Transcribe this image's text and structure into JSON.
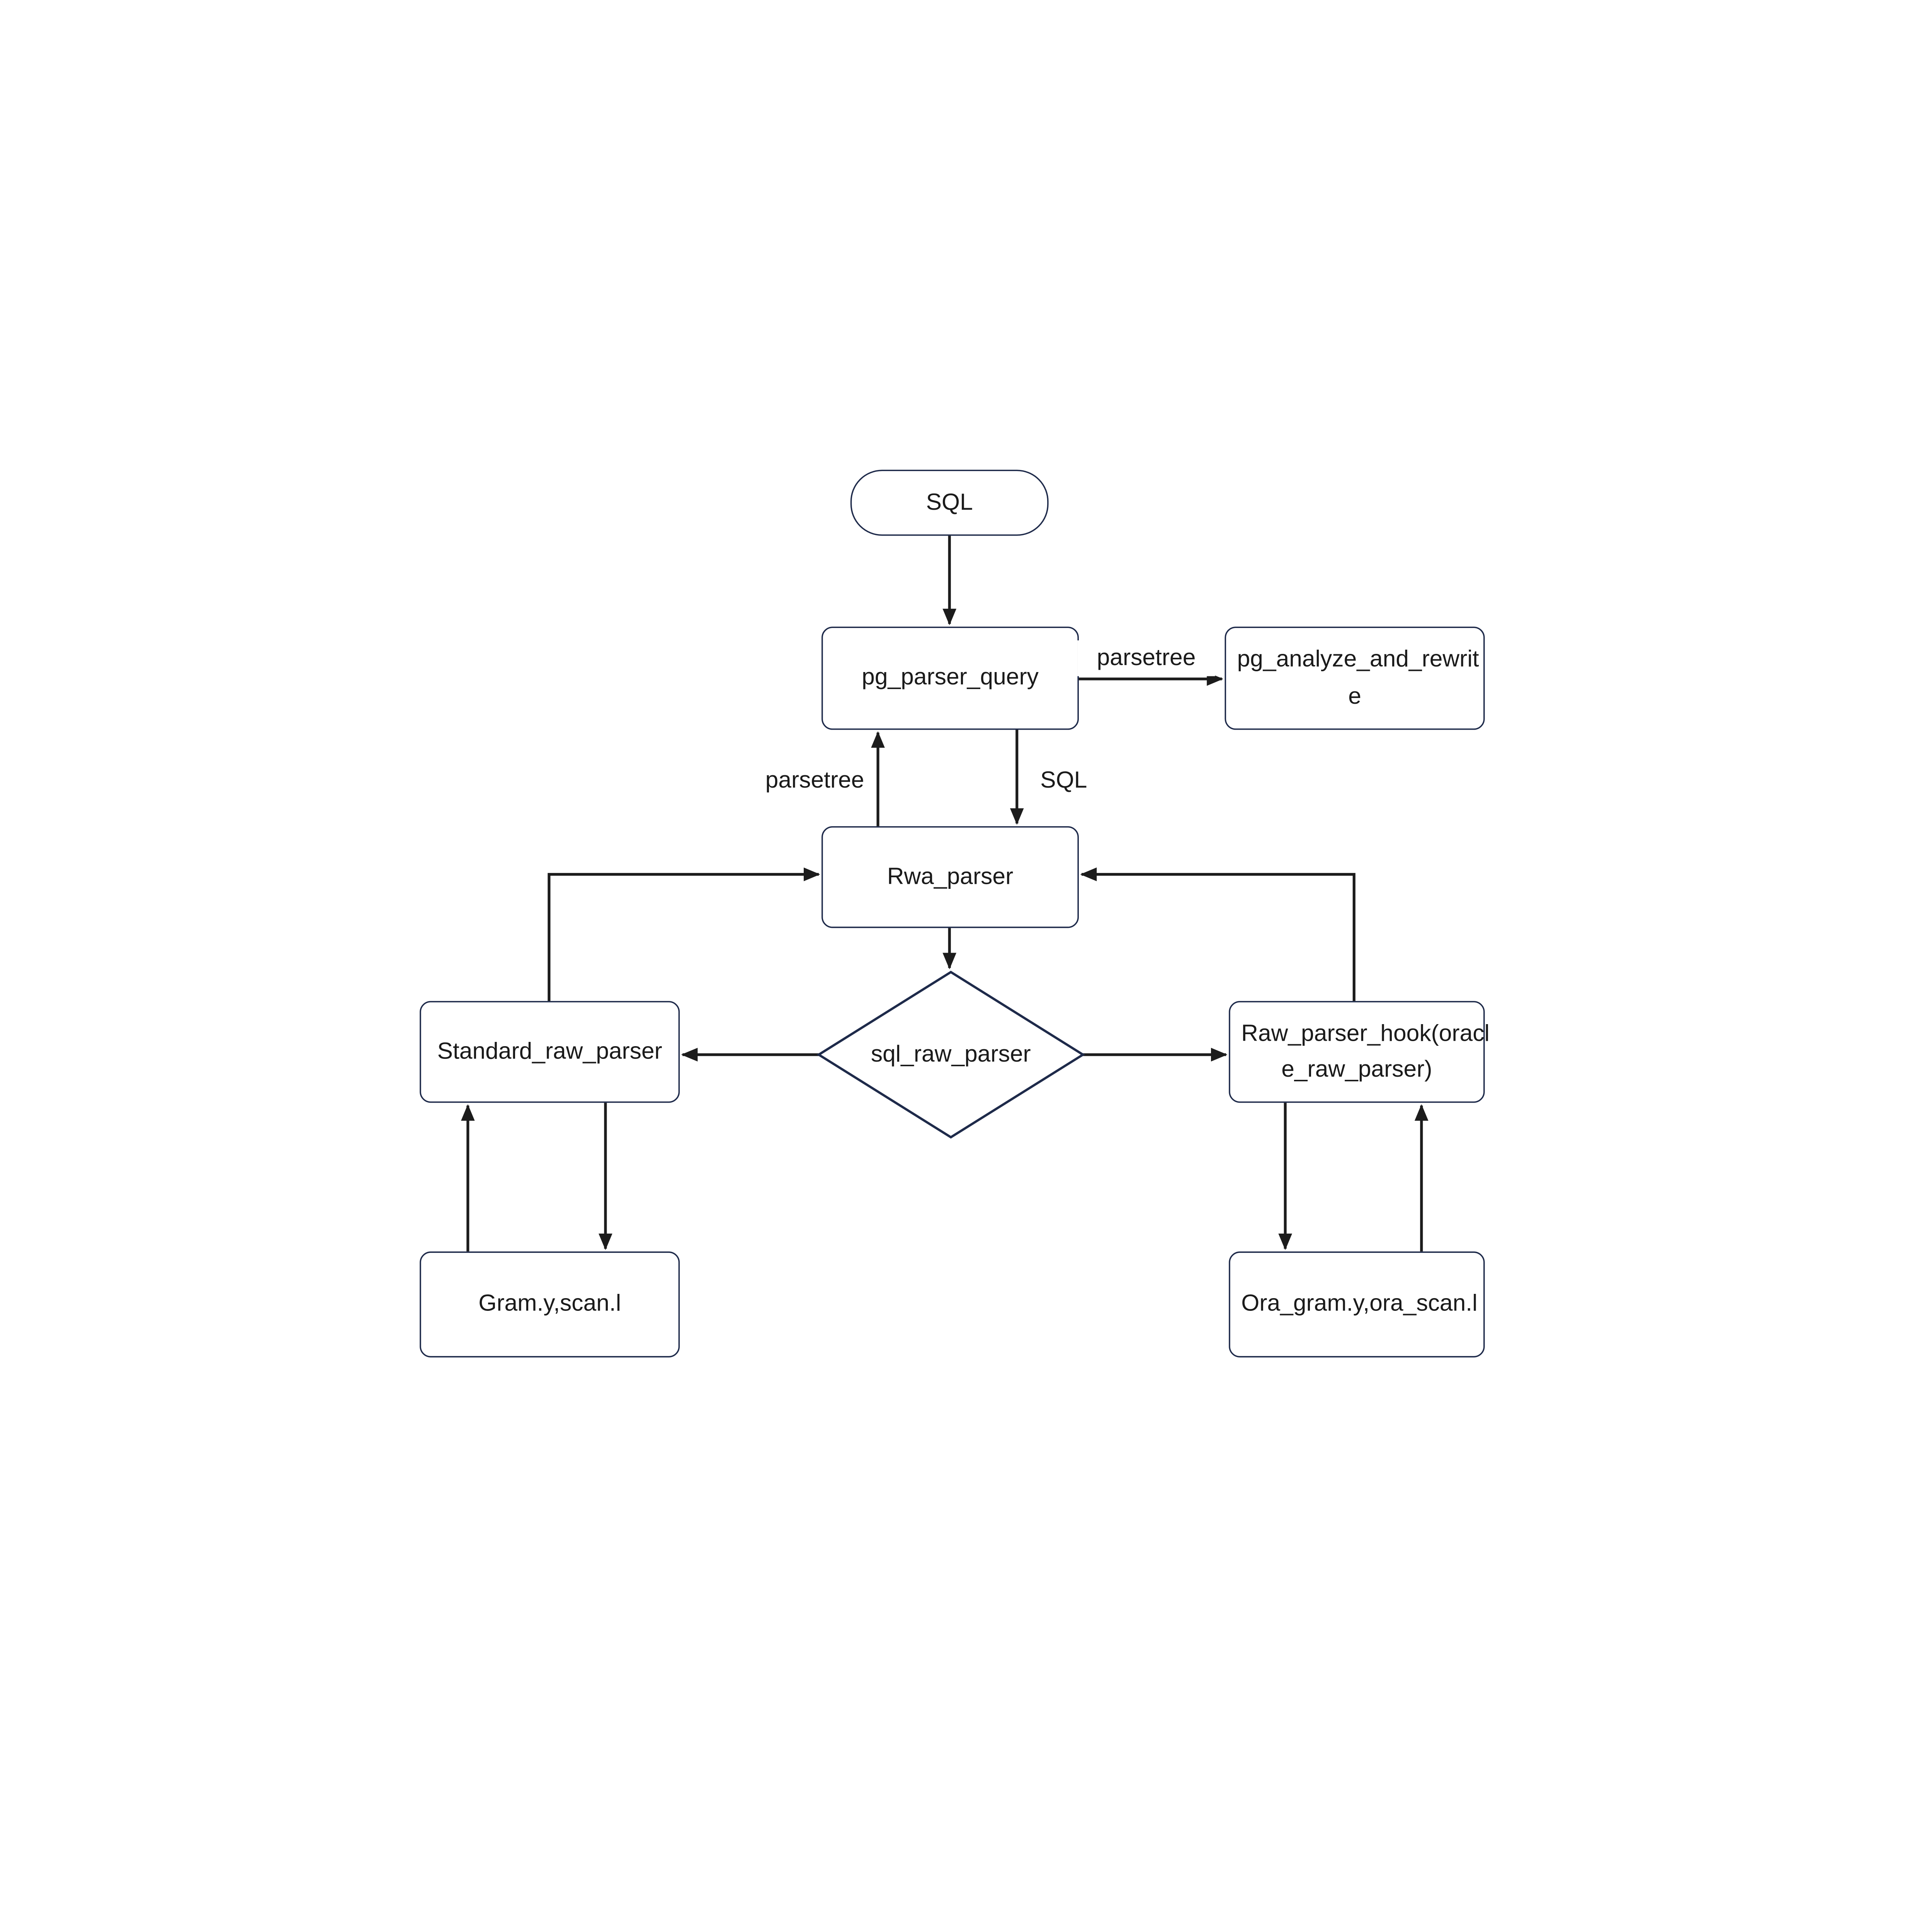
{
  "diagram": {
    "background_color": "#ffffff",
    "node_fill_color": "#ffffff",
    "node_border_color": "#1e2a4a",
    "edge_color": "#1c1c1c",
    "text_color": "#1a1a1a",
    "nodes": {
      "sql": {
        "shape": "terminator",
        "label": "SQL",
        "lines": [
          "SQL"
        ]
      },
      "pg_parser_query": {
        "shape": "process",
        "label": "pg_parser_query",
        "lines": [
          "pg_parser_query"
        ]
      },
      "pg_analyze_and_rewrite": {
        "shape": "process",
        "label": "pg_analyze_and_rewrite",
        "lines": [
          "pg_analyze_and_rewrit",
          "e"
        ]
      },
      "rwa_parser": {
        "shape": "process",
        "label": "Rwa_parser",
        "lines": [
          "Rwa_parser"
        ]
      },
      "sql_raw_parser": {
        "shape": "decision",
        "label": "sql_raw_parser",
        "lines": [
          "sql_raw_parser"
        ]
      },
      "standard_raw_parser": {
        "shape": "process",
        "label": "Standard_raw_parser",
        "lines": [
          "Standard_raw_parser"
        ]
      },
      "raw_parser_hook": {
        "shape": "process",
        "label": "Raw_parser_hook(oracle_raw_parser)",
        "lines": [
          "Raw_parser_hook(oracl",
          "e_raw_parser)"
        ]
      },
      "gram_scan": {
        "shape": "process",
        "label": "Gram.y,scan.l",
        "lines": [
          "Gram.y,scan.l"
        ]
      },
      "ora_gram_ora_scan": {
        "shape": "process",
        "label": "Ora_gram.y,ora_scan.l",
        "lines": [
          "Ora_gram.y,ora_scan.l"
        ]
      }
    },
    "edge_labels": {
      "parsetree_to_analyze": "parsetree",
      "parsetree_return": "parsetree",
      "sql_to_rwa": "SQL"
    }
  }
}
